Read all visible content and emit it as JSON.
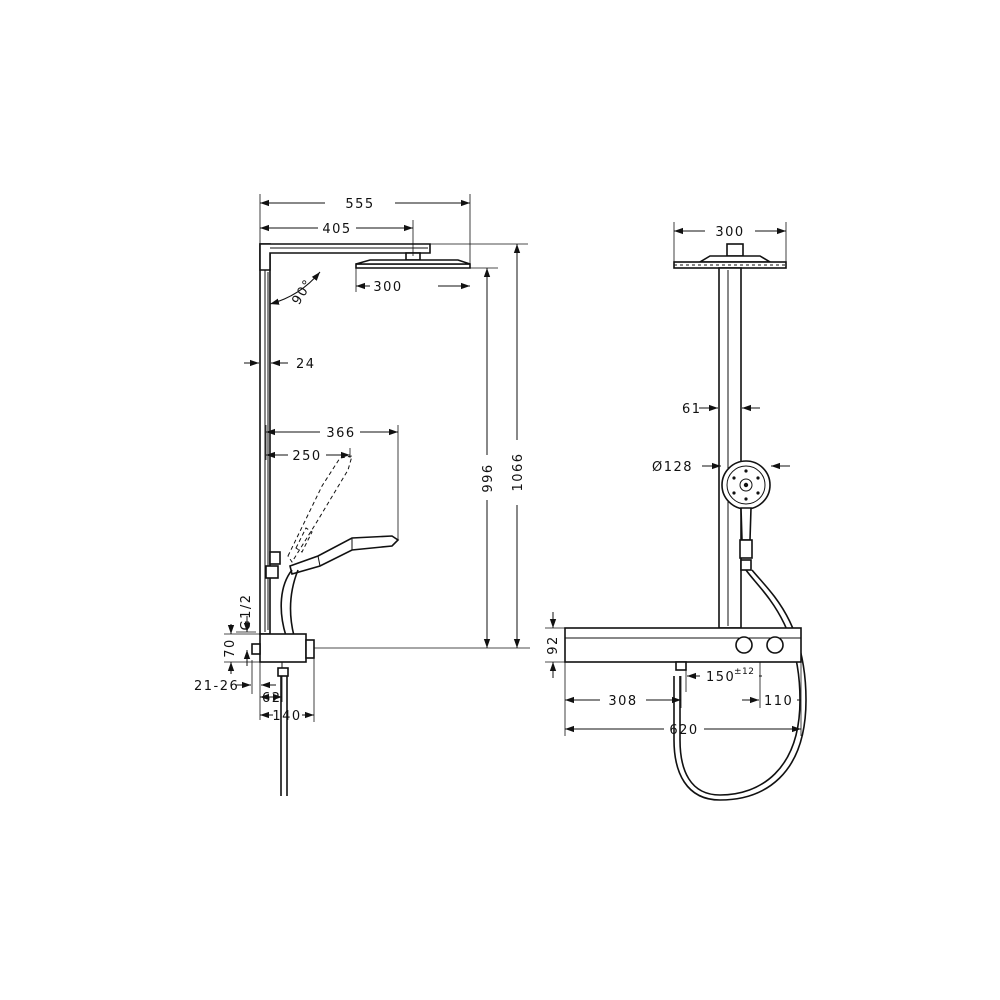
{
  "side_view": {
    "dims": {
      "overall_width": "555",
      "arm_length": "405",
      "overhead_width": "300",
      "arm_angle": "90°",
      "rail_width": "24",
      "hand_reach": "366",
      "hand_reach_tilted": "250",
      "height_to_overhead": "996",
      "overall_height": "1066",
      "inlet_thread": "G1/2",
      "inlet_height": "70",
      "wall_gap": "21-26",
      "body_depth": "62",
      "total_depth": "140"
    }
  },
  "front_view": {
    "dims": {
      "overhead_width": "300",
      "pipe_width": "61",
      "hand_shower_diameter": "Ø128",
      "mixer_height": "92",
      "centre_distance": "150",
      "centre_tolerance": "±12",
      "left_to_outlet": "308",
      "right_to_knob": "110",
      "mixer_width": "620"
    }
  }
}
